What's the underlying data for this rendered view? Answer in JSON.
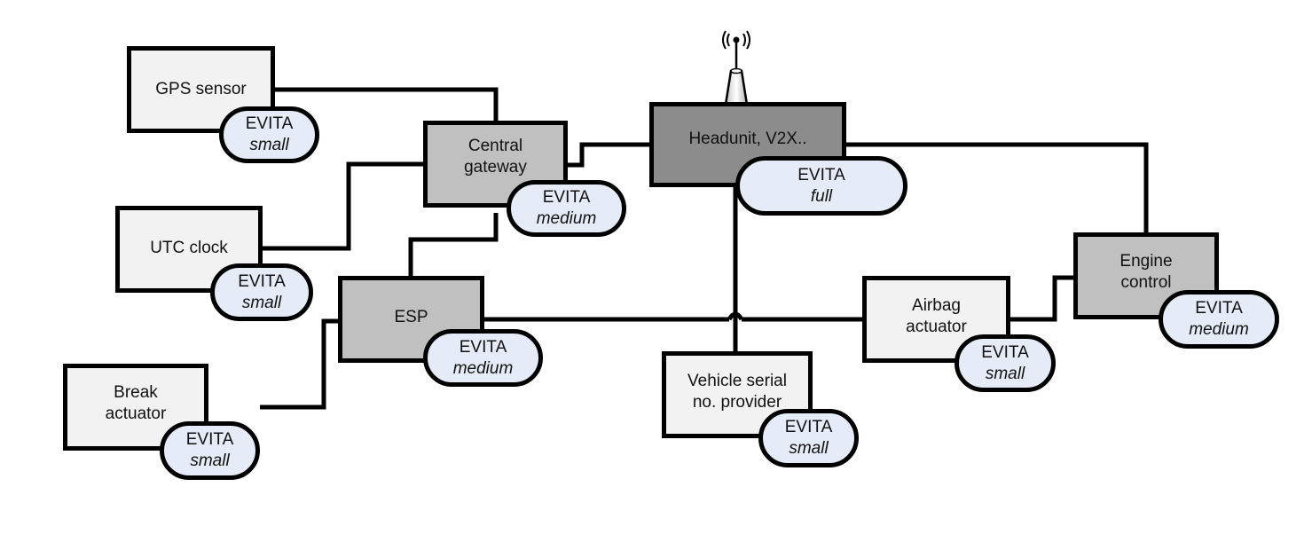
{
  "diagram": {
    "nodes": [
      {
        "id": "gps",
        "label": "GPS sensor",
        "badge": "EVITA",
        "level": "small",
        "shade": "light"
      },
      {
        "id": "gateway",
        "label": "Central\ngateway",
        "badge": "EVITA",
        "level": "medium",
        "shade": "mid"
      },
      {
        "id": "headunit",
        "label": "Headunit, V2X..",
        "badge": "EVITA",
        "level": "full",
        "shade": "dark"
      },
      {
        "id": "utc",
        "label": "UTC clock",
        "badge": "EVITA",
        "level": "small",
        "shade": "light"
      },
      {
        "id": "esp",
        "label": "ESP",
        "badge": "EVITA",
        "level": "medium",
        "shade": "mid"
      },
      {
        "id": "break",
        "label": "Break\nactuator",
        "badge": "EVITA",
        "level": "small",
        "shade": "light"
      },
      {
        "id": "vsn",
        "label": "Vehicle serial\nno. provider",
        "badge": "EVITA",
        "level": "small",
        "shade": "light"
      },
      {
        "id": "airbag",
        "label": "Airbag\nactuator",
        "badge": "EVITA",
        "level": "small",
        "shade": "light"
      },
      {
        "id": "engine",
        "label": "Engine\ncontrol",
        "badge": "EVITA",
        "level": "medium",
        "shade": "mid"
      }
    ],
    "edges": [
      [
        "gps",
        "gateway"
      ],
      [
        "utc",
        "gateway"
      ],
      [
        "gateway",
        "headunit"
      ],
      [
        "gateway",
        "esp"
      ],
      [
        "headunit",
        "engine"
      ],
      [
        "headunit",
        "vsn"
      ],
      [
        "esp",
        "airbag"
      ],
      [
        "break",
        "esp"
      ],
      [
        "airbag",
        "engine"
      ]
    ],
    "colors": {
      "light": "#f2f2f2",
      "mid": "#c0c0c0",
      "dark": "#8c8c8c",
      "badge": "#e6ecf7",
      "line": "#000000"
    }
  }
}
